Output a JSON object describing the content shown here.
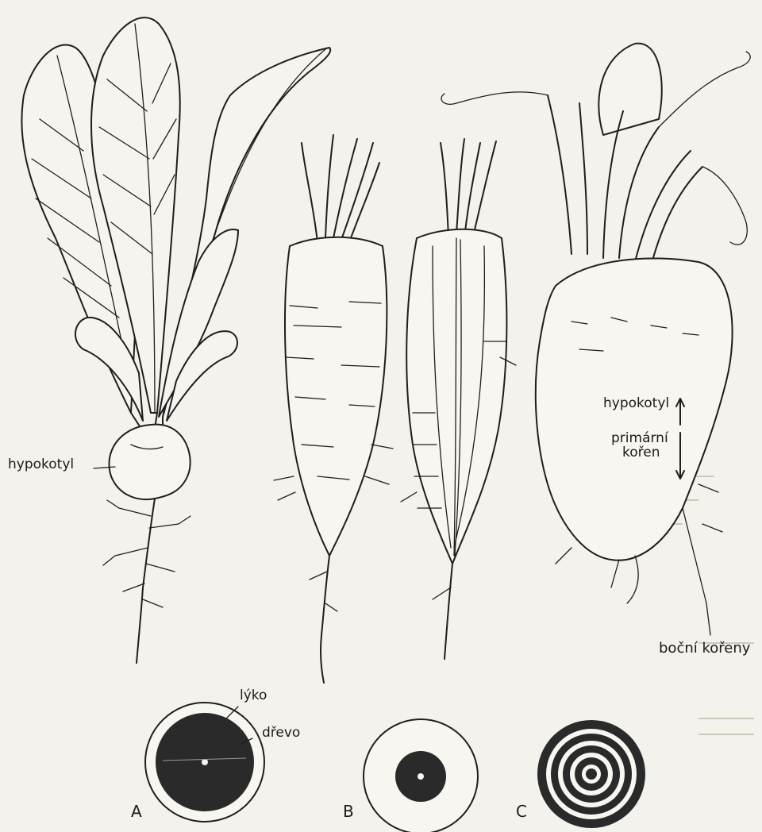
{
  "labels": {
    "hypokotyl_left": "hypokotyl",
    "hypokotyl_right": "hypokotyl",
    "primarni": "primární",
    "koren": "kořen",
    "bocni_koreny": "boční kořeny",
    "lyko": "lýko",
    "drevo": "dřevo",
    "cross_a": "A",
    "cross_b": "B",
    "cross_c": "C"
  },
  "icons": {
    "beet": "beet-plant-icon",
    "carrot": "carrot-root-icon",
    "carrot_section": "carrot-longitudinal-section-icon",
    "turnip": "turnip-root-icon",
    "cross_a": "cross-section-a-icon",
    "cross_b": "cross-section-b-icon",
    "cross_c": "cross-section-c-icon"
  },
  "colors": {
    "ink": "#1e1e1e",
    "paper": "#f4f2ec",
    "wood": "#2a2a2a"
  }
}
